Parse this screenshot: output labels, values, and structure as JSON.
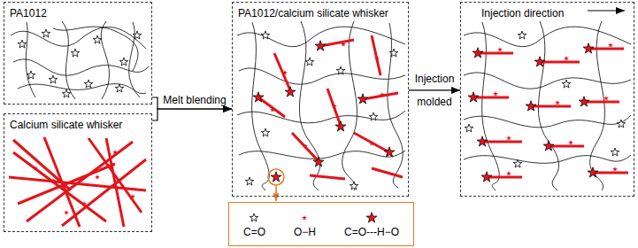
{
  "diagram": {
    "nodes": [
      {
        "text": [
          "PA1012"
        ]
      },
      {
        "text": [
          "Calcium silicate whisker"
        ]
      },
      {
        "text": [
          "PA1012/calcium silicate whisker"
        ]
      },
      {
        "text": [
          "Injection direction"
        ]
      }
    ],
    "edges": [
      {
        "from": 0,
        "to": 2,
        "arrow": "to",
        "label": "Melt blending"
      },
      {
        "from": 1,
        "to": 2,
        "arrow": "to"
      },
      {
        "from": 2,
        "to": 3,
        "arrow": "to",
        "label": "Injection molded"
      }
    ],
    "legend": [
      {
        "text": "C=O"
      },
      {
        "text": "O−H"
      },
      {
        "text": "C=O---H−O"
      }
    ]
  }
}
